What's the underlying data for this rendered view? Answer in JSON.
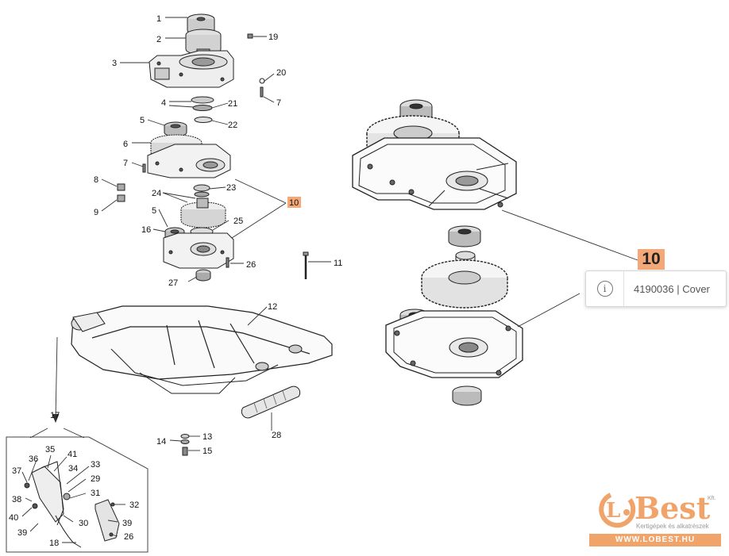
{
  "labels": {
    "l1": "1",
    "l2": "2",
    "l3": "3",
    "l4": "4",
    "l5": "5",
    "l6": "6",
    "l7": "7",
    "l8": "8",
    "l9": "9",
    "l10": "10",
    "l11": "11",
    "l12": "12",
    "l13": "13",
    "l14": "14",
    "l15": "15",
    "l16": "16",
    "l17": "17",
    "l18": "18",
    "l19": "19",
    "l20": "20",
    "l21": "21",
    "l22": "22",
    "l23": "23",
    "l24": "24",
    "l25": "25",
    "l26": "26",
    "l27": "27",
    "l28": "28",
    "l29": "29",
    "l30": "30",
    "l31": "31",
    "l32": "32",
    "l33": "33",
    "l34": "34",
    "l35": "35",
    "l36": "36",
    "l37": "37",
    "l38": "38",
    "l39": "39",
    "l40": "40",
    "l41": "41"
  },
  "highlight": {
    "number": "10",
    "tooltip": "4190036 | Cover",
    "color": "#f5a877"
  },
  "logo": {
    "brand": "Best",
    "kft": "Kft.",
    "tagline": "Kertigépek és alkatrészek",
    "url": "WWW.LOBEST.HU",
    "color": "#f1a46a"
  }
}
